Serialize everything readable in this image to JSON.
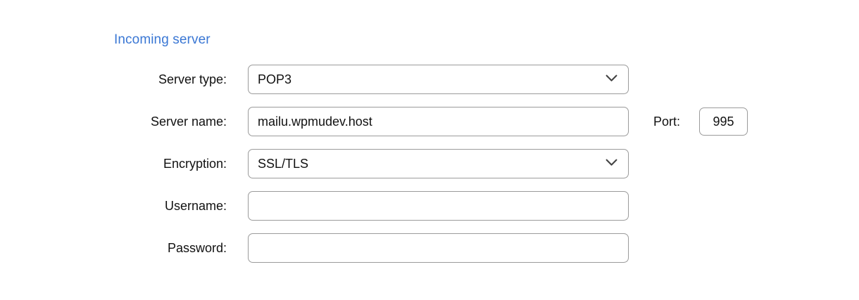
{
  "section": {
    "title": "Incoming server",
    "title_color": "#3a77d4"
  },
  "theme": {
    "background": "#ffffff",
    "field_border": "#9b9b9b",
    "text": "#111111",
    "chevron": "#444444"
  },
  "form": {
    "rows": [
      {
        "label": "Server type:",
        "control": "select",
        "value": "POP3",
        "placeholder": "",
        "icon": "chevron-down-icon"
      },
      {
        "label": "Server name:",
        "control": "text",
        "value": "mailu.wpmudev.host",
        "placeholder": ""
      },
      {
        "label": "Encryption:",
        "control": "select",
        "value": "SSL/TLS",
        "placeholder": "",
        "icon": "chevron-down-icon"
      },
      {
        "label": "Username:",
        "control": "text",
        "value": "",
        "placeholder": ""
      },
      {
        "label": "Password:",
        "control": "password",
        "value": "",
        "placeholder": ""
      }
    ]
  },
  "port": {
    "label": "Port:",
    "value": "995"
  }
}
